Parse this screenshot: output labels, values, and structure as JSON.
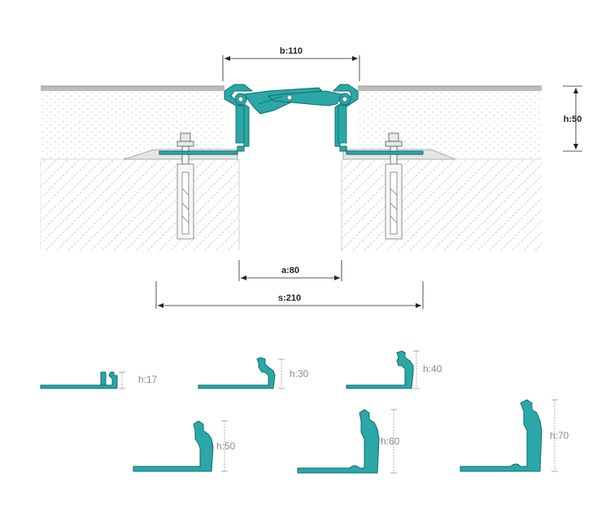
{
  "main_detail": {
    "dimensions": {
      "b": "b:110",
      "h": "h:50",
      "a": "a:80",
      "s": "s:210"
    }
  },
  "variants": [
    {
      "label": "h:17"
    },
    {
      "label": "h:30"
    },
    {
      "label": "h:40"
    },
    {
      "label": "h:50"
    },
    {
      "label": "h:60"
    },
    {
      "label": "h:70"
    }
  ],
  "colors": {
    "profile": "#2aa7a6",
    "profile_stroke": "#0f6d6c",
    "dimension": "#222222",
    "hatch": "#bcbcbc",
    "surface": "#9a9a9a",
    "variant_label": "#8a8a8a"
  }
}
